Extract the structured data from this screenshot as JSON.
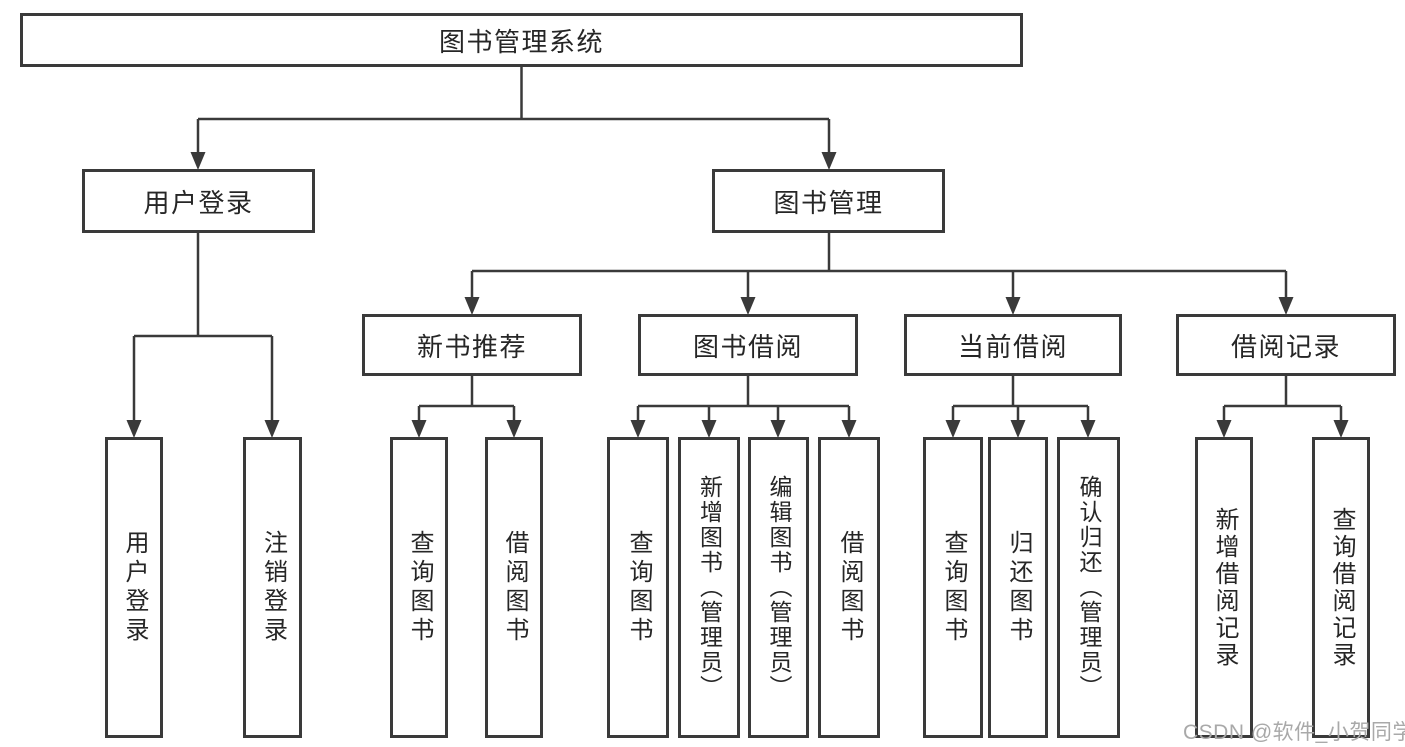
{
  "colors": {
    "line": "#3a3a3a",
    "text": "#262626",
    "background": "#ffffff",
    "watermark": "#a9a9a9"
  },
  "nodes": {
    "root": {
      "label": "图书管理系统"
    },
    "user_login": {
      "label": "用户登录"
    },
    "book_mgmt": {
      "label": "图书管理"
    },
    "new_book_rec": {
      "label": "新书推荐"
    },
    "book_borrow": {
      "label": "图书借阅"
    },
    "current_borrow": {
      "label": "当前借阅"
    },
    "borrow_record": {
      "label": "借阅记录"
    },
    "leaf_user_login": {
      "label": "用户登录"
    },
    "leaf_logout": {
      "label": "注销登录"
    },
    "leaf_nbr_query": {
      "label": "查询图书"
    },
    "leaf_nbr_borrow": {
      "label": "借阅图书"
    },
    "leaf_bb_query": {
      "label": "查询图书"
    },
    "leaf_bb_add": {
      "label": "新增图书（管理员）"
    },
    "leaf_bb_edit": {
      "label": "编辑图书（管理员）"
    },
    "leaf_bb_borrow": {
      "label": "借阅图书"
    },
    "leaf_cb_query": {
      "label": "查询图书"
    },
    "leaf_cb_return": {
      "label": "归还图书"
    },
    "leaf_cb_confirm": {
      "label": "确认归还（管理员）"
    },
    "leaf_br_add": {
      "label": "新增借阅记录"
    },
    "leaf_br_query": {
      "label": "查询借阅记录"
    }
  },
  "edges": [
    {
      "from": "root",
      "to": [
        "user_login",
        "book_mgmt"
      ]
    },
    {
      "from": "user_login",
      "to": [
        "leaf_user_login",
        "leaf_logout"
      ]
    },
    {
      "from": "book_mgmt",
      "to": [
        "new_book_rec",
        "book_borrow",
        "current_borrow",
        "borrow_record"
      ]
    },
    {
      "from": "new_book_rec",
      "to": [
        "leaf_nbr_query",
        "leaf_nbr_borrow"
      ]
    },
    {
      "from": "book_borrow",
      "to": [
        "leaf_bb_query",
        "leaf_bb_add",
        "leaf_bb_edit",
        "leaf_bb_borrow"
      ]
    },
    {
      "from": "current_borrow",
      "to": [
        "leaf_cb_query",
        "leaf_cb_return",
        "leaf_cb_confirm"
      ]
    },
    {
      "from": "borrow_record",
      "to": [
        "leaf_br_add",
        "leaf_br_query"
      ]
    }
  ],
  "watermark": {
    "text": "CSDN @软件_小贺同学"
  }
}
